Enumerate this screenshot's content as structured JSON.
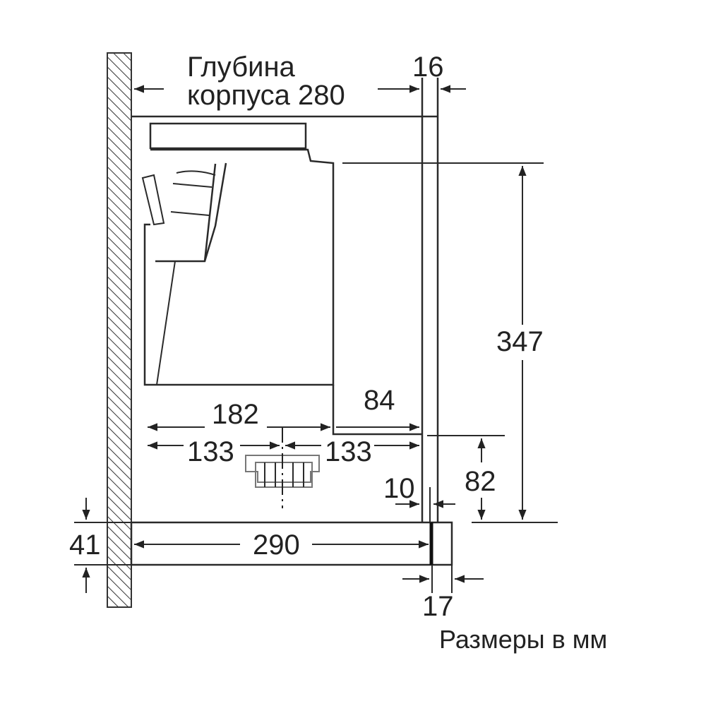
{
  "depth_label": {
    "line1": "Глубина",
    "line2": "корпуса 280"
  },
  "dimensions": {
    "d16": "16",
    "d347": "347",
    "d84": "84",
    "d182": "182",
    "d133_left": "133",
    "d133_right": "133",
    "d82": "82",
    "d10": "10",
    "d290": "290",
    "d41": "41",
    "d17": "17"
  },
  "units_caption": "Размеры в мм"
}
